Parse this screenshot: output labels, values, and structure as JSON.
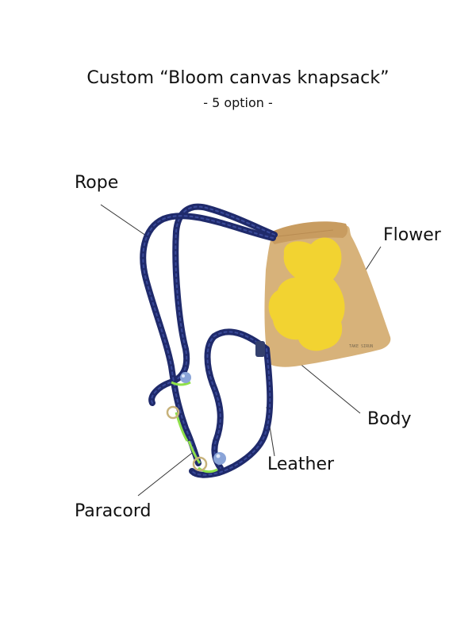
{
  "header": {
    "title": "Custom “Bloom canvas knapsack”",
    "subtitle": "- 5 option -"
  },
  "labels": {
    "rope": "Rope",
    "flower": "Flower",
    "body": "Body",
    "leather": "Leather",
    "paracord": "Paracord"
  },
  "bag": {
    "tag_text": "TAKE SIRUN"
  },
  "colors": {
    "rope": "#1f2a6b",
    "canvas": "#d7b27a",
    "flower": "#f2d331",
    "paracord": "#8fe04a",
    "leather": "#34406e",
    "leader_line": "#333333"
  }
}
